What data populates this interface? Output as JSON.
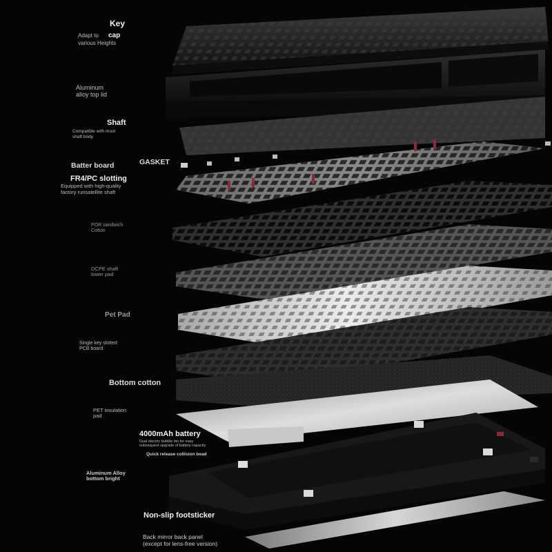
{
  "labels": {
    "keycap": {
      "title": "Key",
      "title2": "cap",
      "sub": "Adapt to",
      "sub2": "various Heights"
    },
    "top_lid": {
      "line1": "Aluminum",
      "line2": "alloy top lid"
    },
    "shaft": {
      "title": "Shaft",
      "sub": "Compatible with most",
      "sub2": "shaft body"
    },
    "gasket": {
      "text": "GASKET"
    },
    "batter_board": {
      "text": "Batter board"
    },
    "fr4": {
      "title": "FR4/PC slotting",
      "sub": "Equipped with high-quality",
      "sub2": "factory runsatellite shaft"
    },
    "por": {
      "line1": "POR sandwich",
      "line2": "Cotton"
    },
    "dcpe": {
      "line1": "DCPE shaft",
      "line2": "lower pad"
    },
    "pet_pad": {
      "text": "Pet Pad"
    },
    "pcb": {
      "line1": "Single key slotted",
      "line2": "PCB board"
    },
    "bottom_cotton": {
      "text": "Bottom cotton"
    },
    "pet_insulation": {
      "line1": "PET insulation",
      "line2": "pad"
    },
    "battery": {
      "title": "4000mAh battery",
      "sub": "Dual electric bubble bin for easy",
      "sub2": "subsequent upgrade of battery capacity",
      "sub3": "Quick release collision bead"
    },
    "bottom_bright": {
      "line1": "Aluminum Alloy",
      "line2": "bottom bright"
    },
    "footsticker": {
      "text": "Non-slip footsticker"
    },
    "back_panel": {
      "line1": "Back mirror back panel",
      "line2": "(except for lens-free version)"
    }
  },
  "colors": {
    "background": "#050505",
    "keycap": "#2a2a2a",
    "aluminum_lid": "#1c1c1c",
    "switch_red": "#8a2a3a",
    "plate": "#4a4a4a",
    "foam": "#2b2b2b",
    "pet_pad": "#d4d4d4",
    "pcb": "#2e2e2e",
    "cotton": "#1f1f1f",
    "insulation": "#cfcfcf",
    "bottom_case": "#181818",
    "mirror_panel": "#b9b9b9"
  }
}
